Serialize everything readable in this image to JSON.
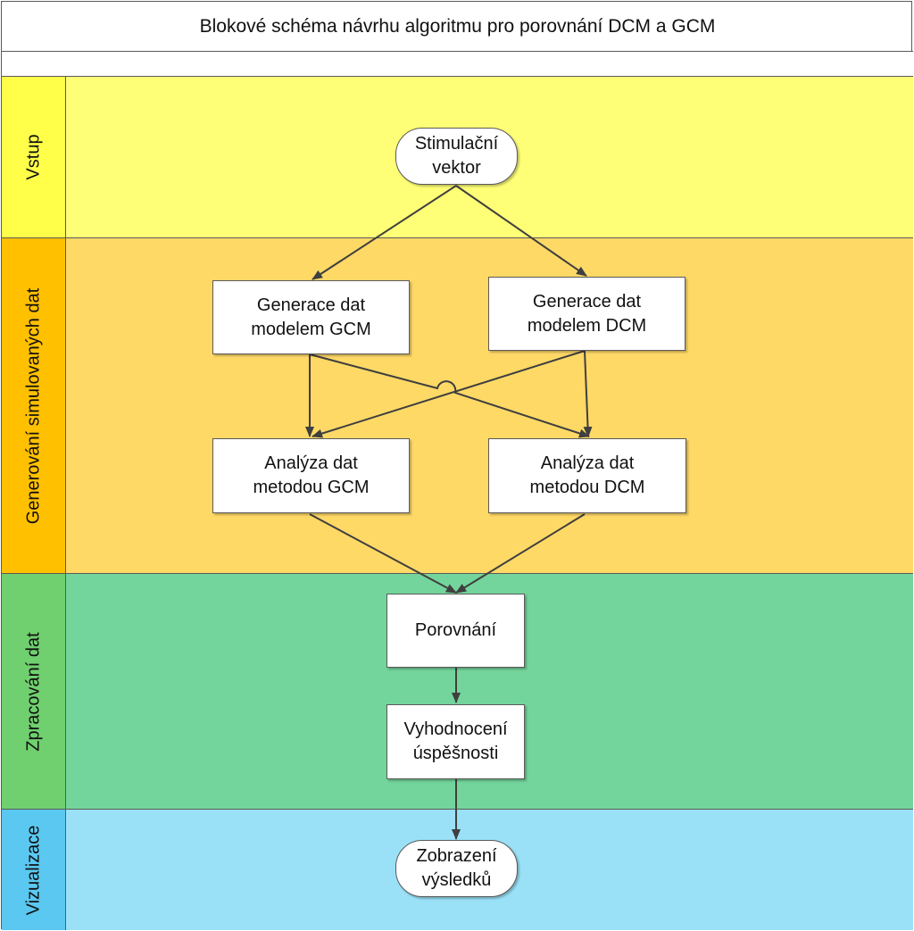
{
  "title": "Blokové schéma návrhu algoritmu pro porovnání DCM a GCM",
  "lanes": {
    "vstup": "Vstup",
    "generovani": "Generování simulovaných dat",
    "zpracovani": "Zpracování dat",
    "vizualizace": "Vizualizace"
  },
  "nodes": {
    "stimulacni": [
      "Stimulační",
      "vektor"
    ],
    "gen_gcm": [
      "Generace dat",
      "modelem GCM"
    ],
    "gen_dcm": [
      "Generace dat",
      "modelem DCM"
    ],
    "an_gcm": [
      "Analýza dat",
      "metodou GCM"
    ],
    "an_dcm": [
      "Analýza dat",
      "metodou DCM"
    ],
    "porovnani": [
      "Porovnání"
    ],
    "vyhodnoceni": [
      "Vyhodnocení",
      "úspěšnosti"
    ],
    "zobrazeni": [
      "Zobrazení",
      "výsledků"
    ]
  },
  "colors": {
    "vstup_lane": "#ffff77",
    "generovani_lane": "#ffd966",
    "zpracovani_lane": "#73d59b",
    "vizualizace_lane": "#9ae1f7",
    "connector": "#3f3f3f"
  }
}
